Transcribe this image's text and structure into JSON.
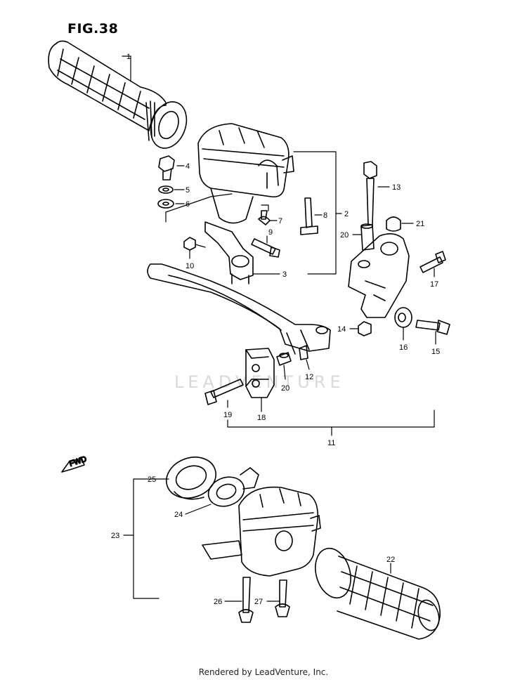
{
  "figure": {
    "title": "FIG.38",
    "watermark": "LEADVENTURE",
    "footer": "Rendered by LeadVenture, Inc.",
    "fwd_label": "FWD",
    "callouts": [
      "1",
      "2",
      "3",
      "4",
      "5",
      "6",
      "7",
      "8",
      "9",
      "10",
      "11",
      "12",
      "13",
      "14",
      "15",
      "16",
      "17",
      "18",
      "19",
      "20",
      "20",
      "21",
      "22",
      "23",
      "24",
      "25",
      "26",
      "27"
    ]
  }
}
